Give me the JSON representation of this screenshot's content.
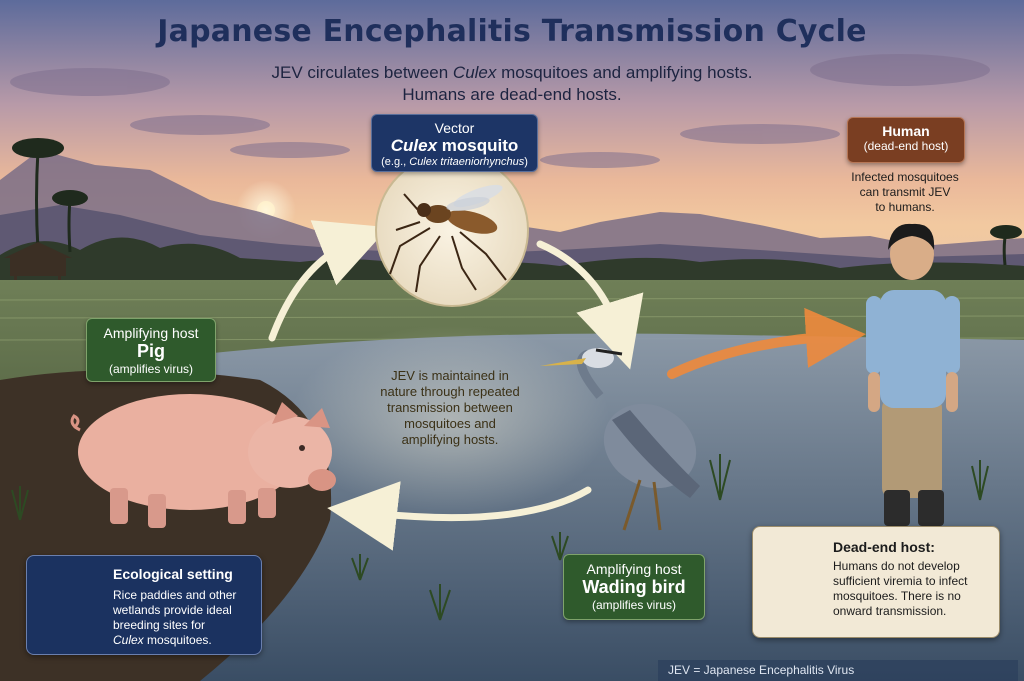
{
  "title": "Japanese Encephalitis Transmission Cycle",
  "subtitle": {
    "line1_pre": "JEV circulates between ",
    "line1_italic": "Culex",
    "line1_post": " mosquitoes and amplifying hosts.",
    "line2": "Humans are dead-end hosts."
  },
  "vector": {
    "heading": "Vector",
    "name_italic": "Culex",
    "name_rest": " mosquito",
    "example_pre": "(e.g., ",
    "example_italic": "Culex tritaeniorhynchus",
    "example_post": ")"
  },
  "pig": {
    "heading": "Amplifying host",
    "name": "Pig",
    "note": "(amplifies virus)"
  },
  "bird": {
    "heading": "Amplifying host",
    "name": "Wading bird",
    "note": "(amplifies virus)"
  },
  "human": {
    "heading": "Human",
    "note": "(dead-end host)",
    "text_lines": [
      "Infected mosquitoes",
      "can transmit JEV",
      "to humans."
    ]
  },
  "center_text_lines": [
    "JEV is maintained in",
    "nature through repeated",
    "transmission between",
    "mosquitoes and",
    "amplifying hosts."
  ],
  "ecological": {
    "heading": "Ecological setting",
    "lines": [
      "Rice paddies and other",
      "wetlands provide ideal",
      "breeding sites for"
    ],
    "last_italic": "Culex",
    "last_rest": " mosquitoes."
  },
  "dead_end": {
    "heading": "Dead-end host:",
    "lines": [
      "Humans do not develop",
      "sufficient viremia to infect",
      "mosquitoes. There is no",
      "onward transmission."
    ]
  },
  "footer": "JEV = Japanese Encephalitis Virus",
  "colors": {
    "title": "#1f2f5c",
    "navy": "#1d3566",
    "green": "#2f5a2c",
    "brown": "#7a3e22",
    "arrow_cycle": "#f6f0d6",
    "arrow_human": "#ef8a3c"
  }
}
